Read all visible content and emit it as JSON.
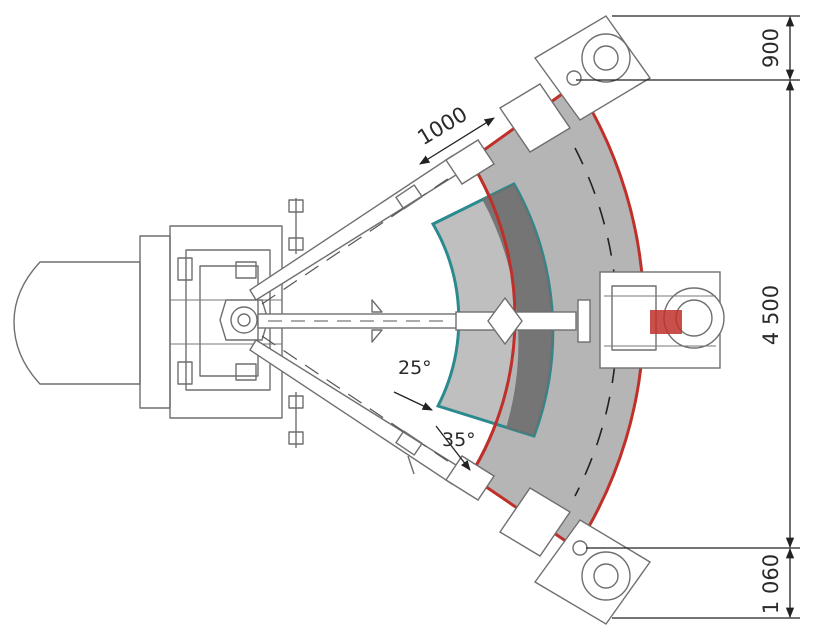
{
  "colors": {
    "outer_zone_stroke": "#c0302a",
    "inner_zone_stroke": "#2a8a8e",
    "zone_fill": "#a8a8a8",
    "overlap_fill": "#6e6e6e",
    "machine_line": "#6f6f6f",
    "dimension_line": "#222222"
  },
  "dimensions": {
    "top_offset": "900",
    "span": "4 500",
    "bottom_offset": "1 060",
    "arm_extension": "1000"
  },
  "angles": {
    "inner_swing": "25°",
    "outer_swing": "35°"
  },
  "icons": {
    "dimension_arrow": "arrowhead",
    "rotation_arrow": "arrowhead"
  }
}
